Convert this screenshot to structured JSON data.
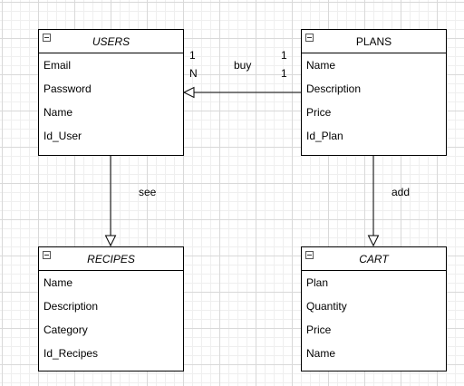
{
  "entities": {
    "users": {
      "title": "USERS",
      "attributes": [
        "Email",
        "Password",
        "Name",
        "Id_User"
      ]
    },
    "plans": {
      "title": "PLANS",
      "attributes": [
        "Name",
        "Description",
        "Price",
        "Id_Plan"
      ]
    },
    "recipes": {
      "title": "RECIPES",
      "attributes": [
        "Name",
        "Description",
        "Category",
        "Id_Recipes"
      ]
    },
    "cart": {
      "title": "CART",
      "attributes": [
        "Plan",
        "Quantity",
        "Price",
        "Name"
      ]
    }
  },
  "relations": {
    "buy": {
      "label": "buy",
      "users_card_top": "1",
      "users_card_bottom": "N",
      "plans_card_top": "1",
      "plans_card_bottom": "1"
    },
    "see": {
      "label": "see"
    },
    "add": {
      "label": "add"
    }
  },
  "colors": {
    "line": "#000000",
    "grid": "#d9d9d9",
    "entity_bg": "#ffffff"
  }
}
